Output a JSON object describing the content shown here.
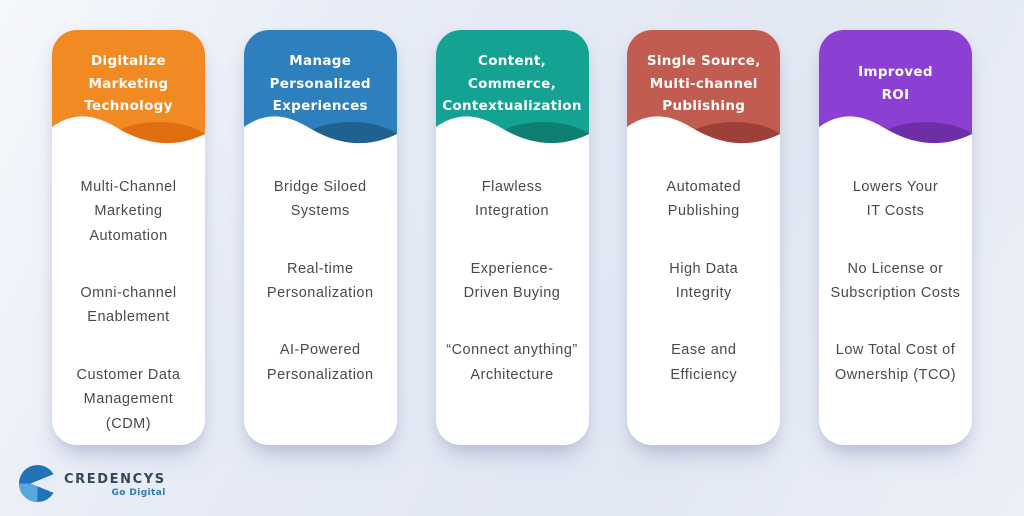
{
  "page": {
    "background_color": "#e4e9f4",
    "card_body_text_color": "#4a4a4b",
    "card_title_text_color": "#ffffff"
  },
  "cards": [
    {
      "title": "Digitalize\nMarketing\nTechnology",
      "color": "#f18a22",
      "accent": "#e06d10",
      "items": [
        "Multi-Channel\nMarketing\nAutomation",
        "Omni-channel\nEnablement",
        "Customer Data\nManagement\n(CDM)"
      ]
    },
    {
      "title": "Manage\nPersonalized\nExperiences",
      "color": "#2e7fbe",
      "accent": "#20618f",
      "items": [
        "Bridge Siloed\nSystems",
        "Real-time\nPersonalization",
        "AI-Powered\nPersonalization"
      ]
    },
    {
      "title": "Content,\nCommerce,\nContextualization",
      "color": "#14a392",
      "accent": "#0e7f72",
      "items": [
        "Flawless\nIntegration",
        "Experience-\nDriven Buying",
        "“Connect anything”\nArchitecture"
      ]
    },
    {
      "title": "Single Source,\nMulti-channel\nPublishing",
      "color": "#c25b50",
      "accent": "#9c4038",
      "items": [
        "Automated\nPublishing",
        "High Data\nIntegrity",
        "Ease and\nEfficiency"
      ]
    },
    {
      "title": "Improved\nROI",
      "color": "#8b3fd3",
      "accent": "#6e2fa6",
      "items": [
        "Lowers Your\nIT Costs",
        "No License or\nSubscription Costs",
        "Low Total Cost of\nOwnership (TCO)"
      ]
    }
  ],
  "logo": {
    "name": "CREDENCYS",
    "tagline": "Go Digital",
    "icon_dark_color": "#2173b9",
    "icon_light_color": "#56a7db",
    "name_color": "#35485a",
    "tagline_color": "#2e7bbf"
  }
}
